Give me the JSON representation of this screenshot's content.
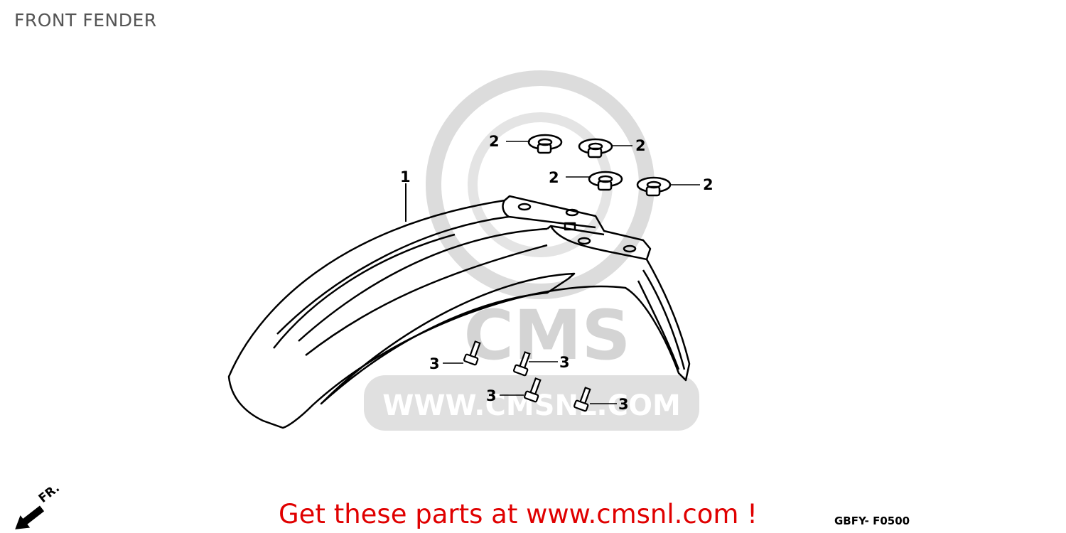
{
  "header": {
    "title": "FRONT FENDER"
  },
  "watermark": {
    "brand": "CMS",
    "url": "WWW.CMSNL.COM",
    "color": "#d9d9d9"
  },
  "callouts": {
    "fender": "1",
    "grommet": "2",
    "bolt": "3"
  },
  "orientation": {
    "label": "FR."
  },
  "footer": {
    "promo": "Get these parts at www.cmsnl.com !",
    "diagram_code": "GBFY- F0500",
    "promo_color": "#e00000"
  }
}
